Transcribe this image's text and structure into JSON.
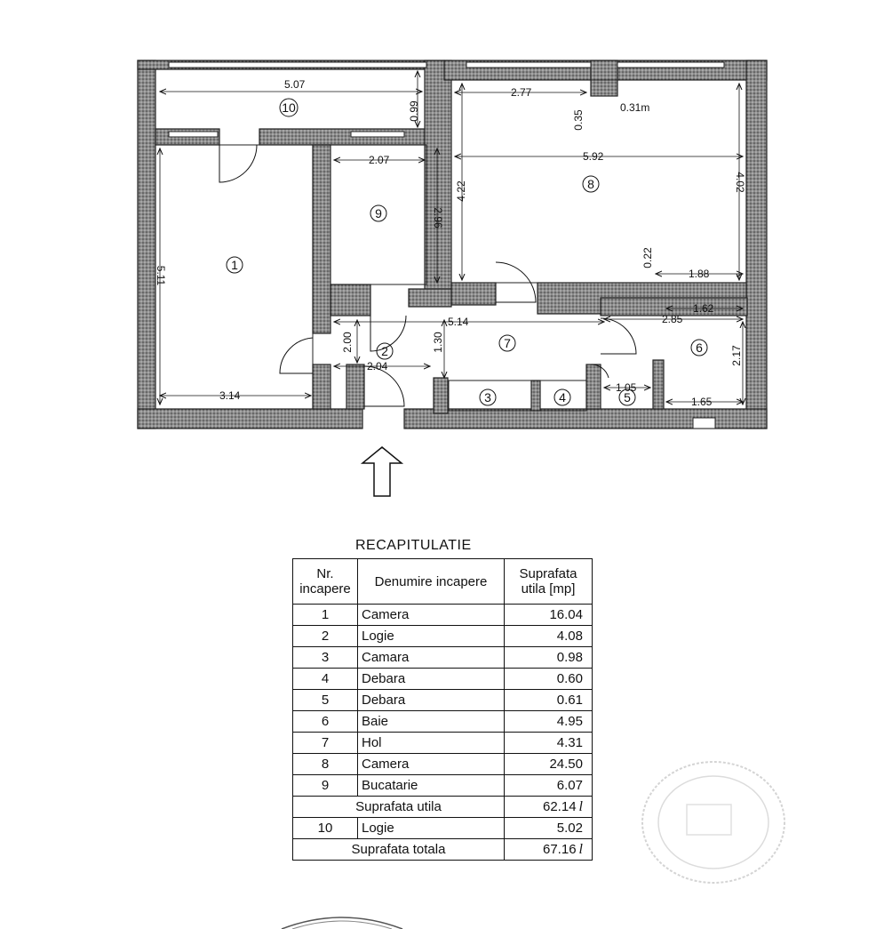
{
  "plan": {
    "room_numbers": [
      "1",
      "2",
      "3",
      "4",
      "5",
      "6",
      "7",
      "8",
      "9",
      "10"
    ],
    "dimensions": {
      "d_5_07": "5.07",
      "d_0_99": "0.99",
      "d_2_77": "2.77",
      "d_0_35": "0.35",
      "d_0_31m": "0.31m",
      "d_5_92": "5.92",
      "d_4_02": "4.02",
      "d_4_22": "4.22",
      "d_2_07": "2.07",
      "d_2_96": "2.96",
      "d_5_11": "5.11",
      "d_0_22": "0.22",
      "d_1_88": "1.88",
      "d_1_62": "1.62",
      "d_2_85": "2.85",
      "d_5_14": "5.14",
      "d_2_00": "2.00",
      "d_1_30": "1.30",
      "d_2_04": "2.04",
      "d_2_17": "2.17",
      "d_3_14": "3.14",
      "d_1_05": "1.05",
      "d_1_65": "1.65"
    },
    "wall_color": "#5a5a5a"
  },
  "recap": {
    "title": "RECAPITULATIE",
    "headers": {
      "nr": "Nr. incapere",
      "name": "Denumire incapere",
      "area": "Suprafata utila [mp]"
    },
    "rows": [
      {
        "nr": "1",
        "name": "Camera",
        "area": "16.04"
      },
      {
        "nr": "2",
        "name": "Logie",
        "area": "4.08"
      },
      {
        "nr": "3",
        "name": "Camara",
        "area": "0.98"
      },
      {
        "nr": "4",
        "name": "Debara",
        "area": "0.60"
      },
      {
        "nr": "5",
        "name": "Debara",
        "area": "0.61"
      },
      {
        "nr": "6",
        "name": "Baie",
        "area": "4.95"
      },
      {
        "nr": "7",
        "name": "Hol",
        "area": "4.31"
      },
      {
        "nr": "8",
        "name": "Camera",
        "area": "24.50"
      },
      {
        "nr": "9",
        "name": "Bucatarie",
        "area": "6.07"
      }
    ],
    "subtotal_label": "Suprafata utila",
    "subtotal_value": "62.14",
    "extra_row": {
      "nr": "10",
      "name": "Logie",
      "area": "5.02"
    },
    "total_label": "Suprafata totala",
    "total_value": "67.16"
  }
}
